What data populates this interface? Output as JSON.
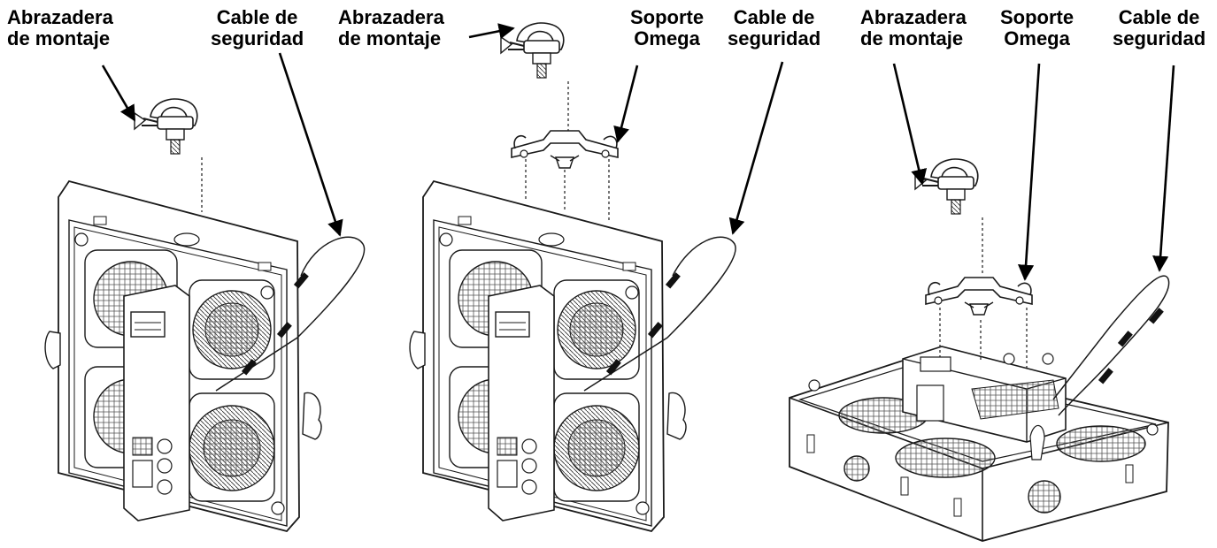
{
  "panels": [
    {
      "id": "left",
      "labels": {
        "clamp": {
          "line1": "Abrazadera",
          "line2": "de montaje"
        },
        "cable": {
          "line1": "Cable de",
          "line2": "seguridad"
        }
      }
    },
    {
      "id": "middle",
      "labels": {
        "clamp": {
          "line1": "Abrazadera",
          "line2": "de montaje"
        },
        "omega": {
          "line1": "Soporte",
          "line2": "Omega"
        },
        "cable": {
          "line1": "Cable de",
          "line2": "seguridad"
        }
      }
    },
    {
      "id": "right",
      "labels": {
        "clamp": {
          "line1": "Abrazadera",
          "line2": "de montaje"
        },
        "omega": {
          "line1": "Soporte",
          "line2": "Omega"
        },
        "cable": {
          "line1": "Cable de",
          "line2": "seguridad"
        }
      }
    }
  ],
  "colors": {
    "line": "#1a1a1a",
    "fill": "#ffffff",
    "hatch": "#555555"
  }
}
